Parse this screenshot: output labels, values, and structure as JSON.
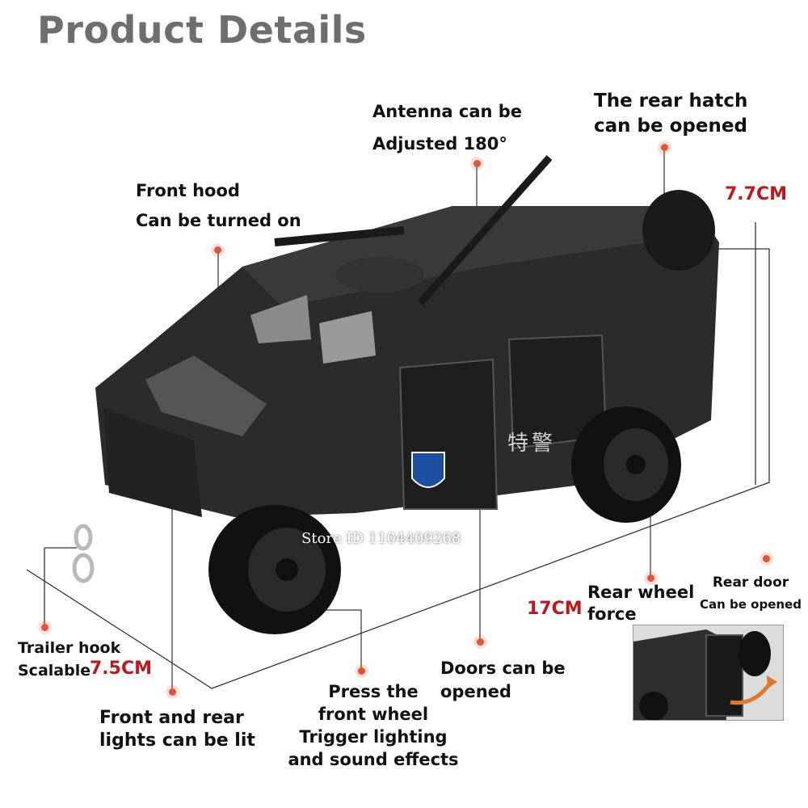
{
  "title": "Product Details",
  "watermark": "Store ID 1104409268",
  "door_emblem_text": "特警",
  "accent_color": "#c0171c",
  "marker_color": "#e0553a",
  "labels": {
    "antenna": [
      "Antenna can be",
      "Adjusted 180°"
    ],
    "rear_hatch": [
      "The rear hatch",
      "can be opened"
    ],
    "front_hood": [
      "Front hood",
      "Can be turned on"
    ],
    "trailer_hook": [
      "Trailer hook",
      "Scalable"
    ],
    "lights": [
      "Front and rear",
      "lights can be lit"
    ],
    "front_wheel": [
      "Press the",
      "front wheel",
      "Trigger lighting",
      "and sound effects"
    ],
    "doors": [
      "Doors can be",
      "opened"
    ],
    "rear_wheel": [
      "Rear wheel",
      "force"
    ],
    "rear_door": [
      "Rear door",
      "Can be opened"
    ]
  },
  "dimensions": {
    "height": "7.7CM",
    "length": "17CM",
    "width": "7.5CM"
  }
}
